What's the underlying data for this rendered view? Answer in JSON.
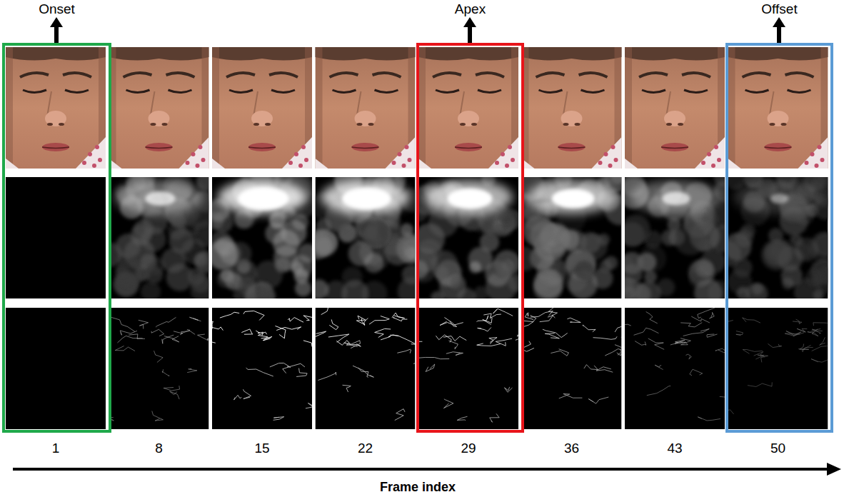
{
  "diagram": {
    "nodes": [
      {
        "text": [
          "Onset"
        ]
      },
      {
        "text": [
          "Apex"
        ]
      },
      {
        "text": [
          "Offset"
        ]
      }
    ],
    "labels": [
      "1",
      "8",
      "15",
      "22",
      "29",
      "36",
      "43",
      "50",
      "Frame index"
    ]
  }
}
